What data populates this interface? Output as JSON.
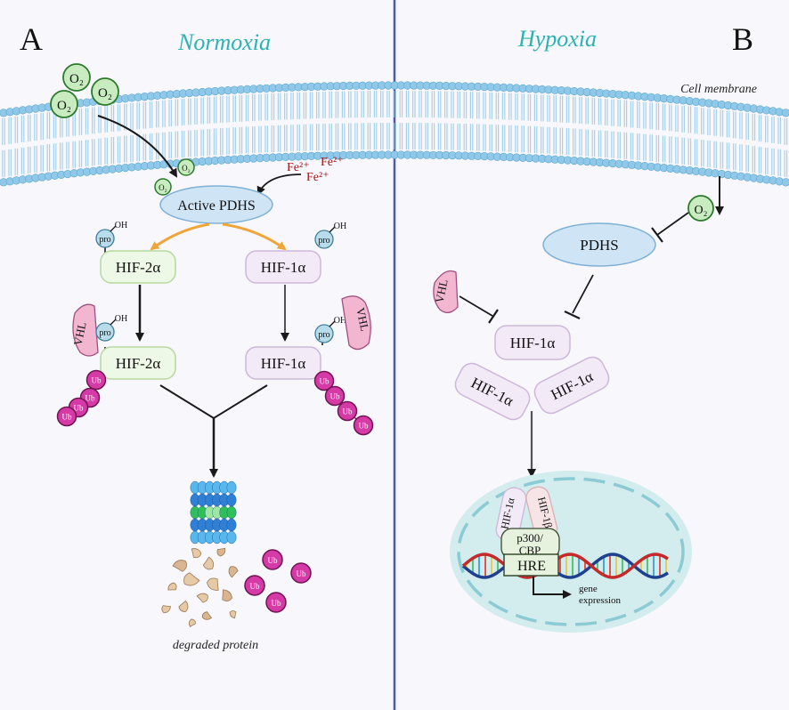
{
  "panels": {
    "left": {
      "letter": "A",
      "title": "Normoxia"
    },
    "right": {
      "letter": "B",
      "title": "Hypoxia",
      "membrane_label": "Cell membrane"
    }
  },
  "molecules": {
    "o2": "O₂",
    "o2_small": "O₂",
    "fe": "Fe²⁺",
    "pro": "pro",
    "oh": "OH",
    "ub": "Ub",
    "vhl": "VHL"
  },
  "left_diagram": {
    "active_pdhs": "Active PDHS",
    "hif2a": "HIF-2α",
    "hif1a": "HIF-1α",
    "degraded_protein": "degraded protein"
  },
  "right_diagram": {
    "pdhs": "PDHS",
    "hif1a": "HIF-1α",
    "nucleus_hif1a": "HIF-1α",
    "nucleus_hif1b": "HIF-1β",
    "p300_line1": "p300/",
    "p300_line2": "CBP",
    "hre": "HRE",
    "gene_line1": "gene",
    "gene_line2": "expression"
  },
  "colors": {
    "accent_title": "#2ab3b3",
    "membrane": "#8fc8e8",
    "pdhs_fill": "#cfe4f4",
    "hif2a_fill": "#eef8e6",
    "hif1a_fill": "#f3eaf7",
    "vhl_fill": "#f2b6d0",
    "ub_fill": "#d63aa6",
    "o2_fill": "#c8ecc0",
    "nucleus_fill": "#d3ecee",
    "divider": "#4a5ca8",
    "fe_text": "#a01818"
  }
}
